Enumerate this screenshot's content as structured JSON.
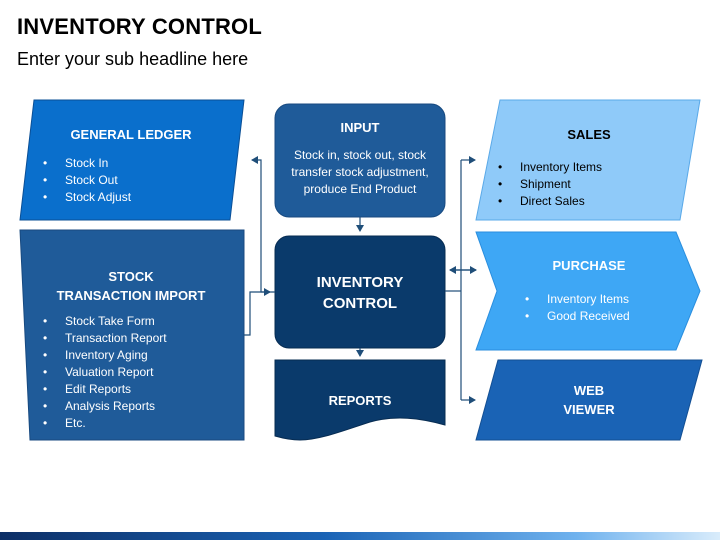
{
  "header": {
    "title": "INVENTORY CONTROL",
    "subtitle": "Enter your sub headline here"
  },
  "general_ledger": {
    "title": "GENERAL LEDGER",
    "items": [
      "Stock In",
      "Stock Out",
      "Stock Adjust"
    ]
  },
  "stock_import": {
    "title_line1": "STOCK",
    "title_line2": "TRANSACTION IMPORT",
    "items": [
      "Stock Take Form",
      "Transaction Report",
      "Inventory Aging",
      "Valuation Report",
      "Edit Reports",
      "Analysis Reports",
      "Etc."
    ]
  },
  "input": {
    "title": "INPUT",
    "lines": [
      "Stock in, stock out, stock",
      "transfer stock adjustment,",
      "produce End Product"
    ]
  },
  "inventory_control": {
    "line1": "INVENTORY",
    "line2": "CONTROL"
  },
  "reports": {
    "title": "REPORTS"
  },
  "sales": {
    "title": "SALES",
    "items": [
      "Inventory Items",
      "Shipment",
      "Direct Sales"
    ]
  },
  "purchase": {
    "title": "PURCHASE",
    "items": [
      "Inventory Items",
      "Good Received"
    ]
  },
  "web_viewer": {
    "line1": "WEB",
    "line2": "VIEWER"
  },
  "colors": {
    "dark_navy": "#0a3a6b",
    "navy": "#1f5b99",
    "blue": "#0a6fcc",
    "mid_blue": "#1a63b5",
    "sky": "#3ea7f5",
    "light_sky": "#8fcaf9",
    "connector": "#1f4e79"
  }
}
